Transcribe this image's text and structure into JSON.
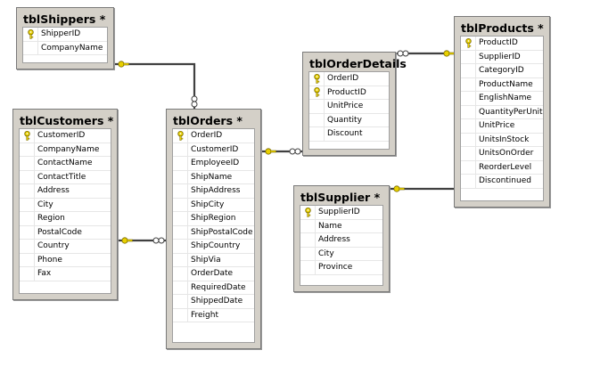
{
  "tables": [
    {
      "id": "shippers",
      "title": "tblShippers *",
      "fields": [
        {
          "name": "ShipperID",
          "pk": true
        },
        {
          "name": "CompanyName",
          "pk": false
        }
      ]
    },
    {
      "id": "orderdetails",
      "title": "tblOrderDetails",
      "fields": [
        {
          "name": "OrderID",
          "pk": true
        },
        {
          "name": "ProductID",
          "pk": true
        },
        {
          "name": "UnitPrice",
          "pk": false
        },
        {
          "name": "Quantity",
          "pk": false
        },
        {
          "name": "Discount",
          "pk": false
        }
      ]
    },
    {
      "id": "products",
      "title": "tblProducts *",
      "fields": [
        {
          "name": "ProductID",
          "pk": true
        },
        {
          "name": "SupplierID",
          "pk": false
        },
        {
          "name": "CategoryID",
          "pk": false
        },
        {
          "name": "ProductName",
          "pk": false
        },
        {
          "name": "EnglishName",
          "pk": false
        },
        {
          "name": "QuantityPerUnit",
          "pk": false
        },
        {
          "name": "UnitPrice",
          "pk": false
        },
        {
          "name": "UnitsInStock",
          "pk": false
        },
        {
          "name": "UnitsOnOrder",
          "pk": false
        },
        {
          "name": "ReorderLevel",
          "pk": false
        },
        {
          "name": "Discontinued",
          "pk": false
        }
      ]
    },
    {
      "id": "customers",
      "title": "tblCustomers *",
      "fields": [
        {
          "name": "CustomerID",
          "pk": true
        },
        {
          "name": "CompanyName",
          "pk": false
        },
        {
          "name": "ContactName",
          "pk": false
        },
        {
          "name": "ContactTitle",
          "pk": false
        },
        {
          "name": "Address",
          "pk": false
        },
        {
          "name": "City",
          "pk": false
        },
        {
          "name": "Region",
          "pk": false
        },
        {
          "name": "PostalCode",
          "pk": false
        },
        {
          "name": "Country",
          "pk": false
        },
        {
          "name": "Phone",
          "pk": false
        },
        {
          "name": "Fax",
          "pk": false
        }
      ]
    },
    {
      "id": "orders",
      "title": "tblOrders *",
      "fields": [
        {
          "name": "OrderID",
          "pk": true
        },
        {
          "name": "CustomerID",
          "pk": false
        },
        {
          "name": "EmployeeID",
          "pk": false
        },
        {
          "name": "ShipName",
          "pk": false
        },
        {
          "name": "ShipAddress",
          "pk": false
        },
        {
          "name": "ShipCity",
          "pk": false
        },
        {
          "name": "ShipRegion",
          "pk": false
        },
        {
          "name": "ShipPostalCode",
          "pk": false
        },
        {
          "name": "ShipCountry",
          "pk": false
        },
        {
          "name": "ShipVia",
          "pk": false
        },
        {
          "name": "OrderDate",
          "pk": false
        },
        {
          "name": "RequiredDate",
          "pk": false
        },
        {
          "name": "ShippedDate",
          "pk": false
        },
        {
          "name": "Freight",
          "pk": false
        }
      ]
    },
    {
      "id": "supplier",
      "title": "tblSupplier *",
      "fields": [
        {
          "name": "SupplierID",
          "pk": true
        },
        {
          "name": "Name",
          "pk": false
        },
        {
          "name": "Address",
          "pk": false
        },
        {
          "name": "City",
          "pk": false
        },
        {
          "name": "Province",
          "pk": false
        }
      ]
    }
  ],
  "relationships": [
    {
      "id": "shippers-orders",
      "one": "shippers",
      "many": "orders"
    },
    {
      "id": "customers-orders",
      "one": "customers",
      "many": "orders"
    },
    {
      "id": "orders-orderdetails",
      "one": "orders",
      "many": "orderdetails"
    },
    {
      "id": "products-orderdetails",
      "one": "products",
      "many": "orderdetails"
    },
    {
      "id": "supplier-products",
      "one": "supplier",
      "many": "products"
    }
  ],
  "colors": {
    "key_icon": "#e8d000",
    "key_outline": "#7a6a00",
    "connector": "#404040",
    "table_frame": "#d4d0c8"
  },
  "icons": {
    "primary_key": "key-icon"
  }
}
